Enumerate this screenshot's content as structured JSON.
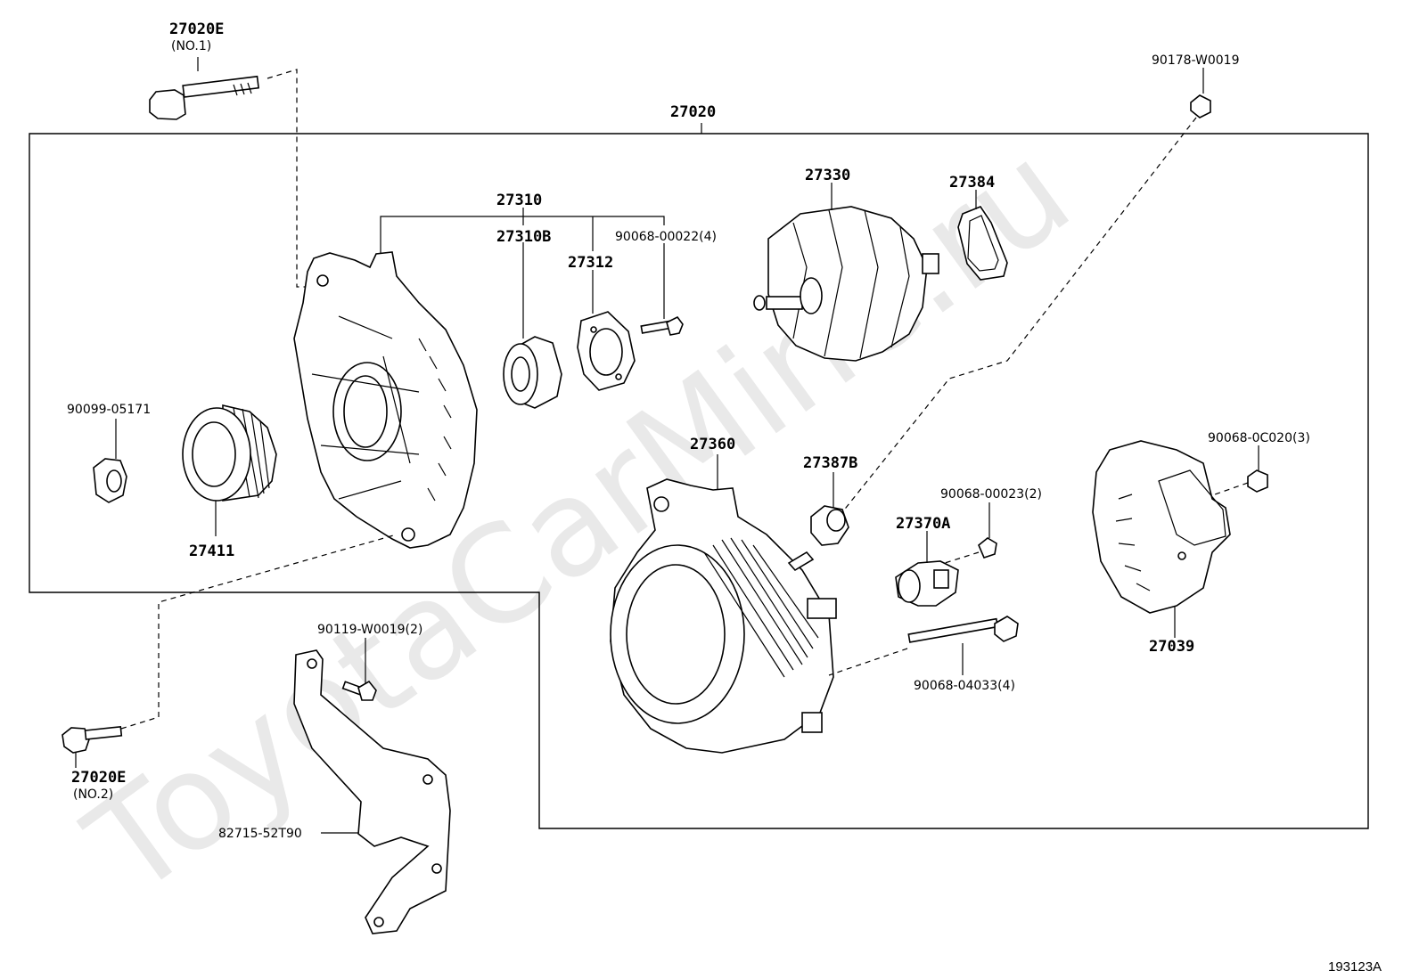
{
  "watermark": "ToyotaCarMine.ru",
  "drawing_code": "193123A",
  "labels": {
    "p27020E_1": "27020E",
    "p27020E_1_note": "(NO.1)",
    "p27020": "27020",
    "p90178": "90178-W0019",
    "p27310": "27310",
    "p27310B": "27310B",
    "p27312": "27312",
    "p90068_00022": "90068-00022(4)",
    "p27330": "27330",
    "p27384": "27384",
    "p90099": "90099-05171",
    "p27411": "27411",
    "p27360": "27360",
    "p27387B": "27387B",
    "p90068_0C020": "90068-0C020(3)",
    "p90068_00023": "90068-00023(2)",
    "p27370A": "27370A",
    "p90119": "90119-W0019(2)",
    "p27039": "27039",
    "p90068_04033": "90068-04033(4)",
    "p27020E_2": "27020E",
    "p27020E_2_note": "(NO.2)",
    "p82715": "82715-52T90"
  }
}
